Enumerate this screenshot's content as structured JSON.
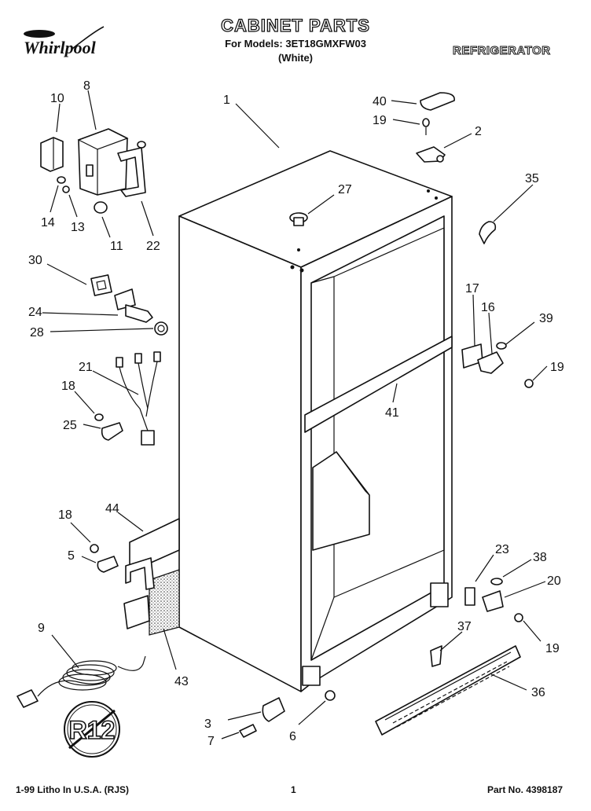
{
  "header": {
    "brand": "Whirlpool",
    "title": "CABINET PARTS",
    "models": "For Models: 3ET18GMXFW03",
    "color": "(White)",
    "product": "REFRIGERATOR"
  },
  "footer": {
    "litho": "1-99 Litho In U.S.A. (RJS)",
    "page": "1",
    "part_no": "Part No. 4398187"
  },
  "logo_badge": "R12",
  "callouts": [
    {
      "id": "c1",
      "label": "1"
    },
    {
      "id": "c2",
      "label": "2"
    },
    {
      "id": "c3",
      "label": "3"
    },
    {
      "id": "c5",
      "label": "5"
    },
    {
      "id": "c6",
      "label": "6"
    },
    {
      "id": "c7",
      "label": "7"
    },
    {
      "id": "c8",
      "label": "8"
    },
    {
      "id": "c9",
      "label": "9"
    },
    {
      "id": "c10",
      "label": "10"
    },
    {
      "id": "c11",
      "label": "11"
    },
    {
      "id": "c13",
      "label": "13"
    },
    {
      "id": "c14",
      "label": "14"
    },
    {
      "id": "c16",
      "label": "16"
    },
    {
      "id": "c17",
      "label": "17"
    },
    {
      "id": "c18a",
      "label": "18"
    },
    {
      "id": "c18b",
      "label": "18"
    },
    {
      "id": "c19a",
      "label": "19"
    },
    {
      "id": "c19b",
      "label": "19"
    },
    {
      "id": "c19c",
      "label": "19"
    },
    {
      "id": "c20",
      "label": "20"
    },
    {
      "id": "c21",
      "label": "21"
    },
    {
      "id": "c22",
      "label": "22"
    },
    {
      "id": "c23",
      "label": "23"
    },
    {
      "id": "c24",
      "label": "24"
    },
    {
      "id": "c25",
      "label": "25"
    },
    {
      "id": "c27",
      "label": "27"
    },
    {
      "id": "c28",
      "label": "28"
    },
    {
      "id": "c30",
      "label": "30"
    },
    {
      "id": "c35",
      "label": "35"
    },
    {
      "id": "c36",
      "label": "36"
    },
    {
      "id": "c37",
      "label": "37"
    },
    {
      "id": "c38",
      "label": "38"
    },
    {
      "id": "c39",
      "label": "39"
    },
    {
      "id": "c40",
      "label": "40"
    },
    {
      "id": "c41",
      "label": "41"
    },
    {
      "id": "c43",
      "label": "43"
    },
    {
      "id": "c44",
      "label": "44"
    }
  ]
}
